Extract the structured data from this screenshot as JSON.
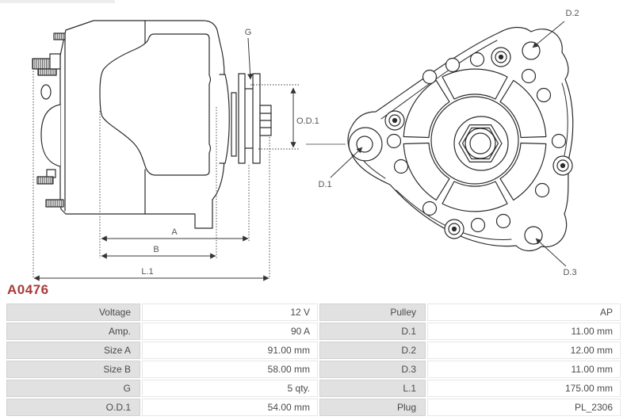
{
  "part_number": "A0476",
  "colors": {
    "accent_red": "#a83a3a",
    "line": "#2b2b2b",
    "cell_label_bg": "#e1e1e1",
    "cell_value_bg": "#ffffff",
    "text": "#4a4a4a"
  },
  "diagram": {
    "side_view_labels": {
      "g": "G",
      "od1": "O.D.1",
      "a": "A",
      "b": "B",
      "l1": "L.1"
    },
    "front_view_labels": {
      "d1": "D.1",
      "d2": "D.2",
      "d3": "D.3"
    }
  },
  "spec_table": {
    "rows": [
      {
        "l1": "Voltage",
        "v1": "12 V",
        "l2": "Pulley",
        "v2": "AP"
      },
      {
        "l1": "Amp.",
        "v1": "90 A",
        "l2": "D.1",
        "v2": "11.00 mm"
      },
      {
        "l1": "Size A",
        "v1": "91.00 mm",
        "l2": "D.2",
        "v2": "12.00 mm"
      },
      {
        "l1": "Size B",
        "v1": "58.00 mm",
        "l2": "D.3",
        "v2": "11.00 mm"
      },
      {
        "l1": "G",
        "v1": "5 qty.",
        "l2": "L.1",
        "v2": "175.00 mm"
      },
      {
        "l1": "O.D.1",
        "v1": "54.00 mm",
        "l2": "Plug",
        "v2": "PL_2306"
      }
    ]
  }
}
